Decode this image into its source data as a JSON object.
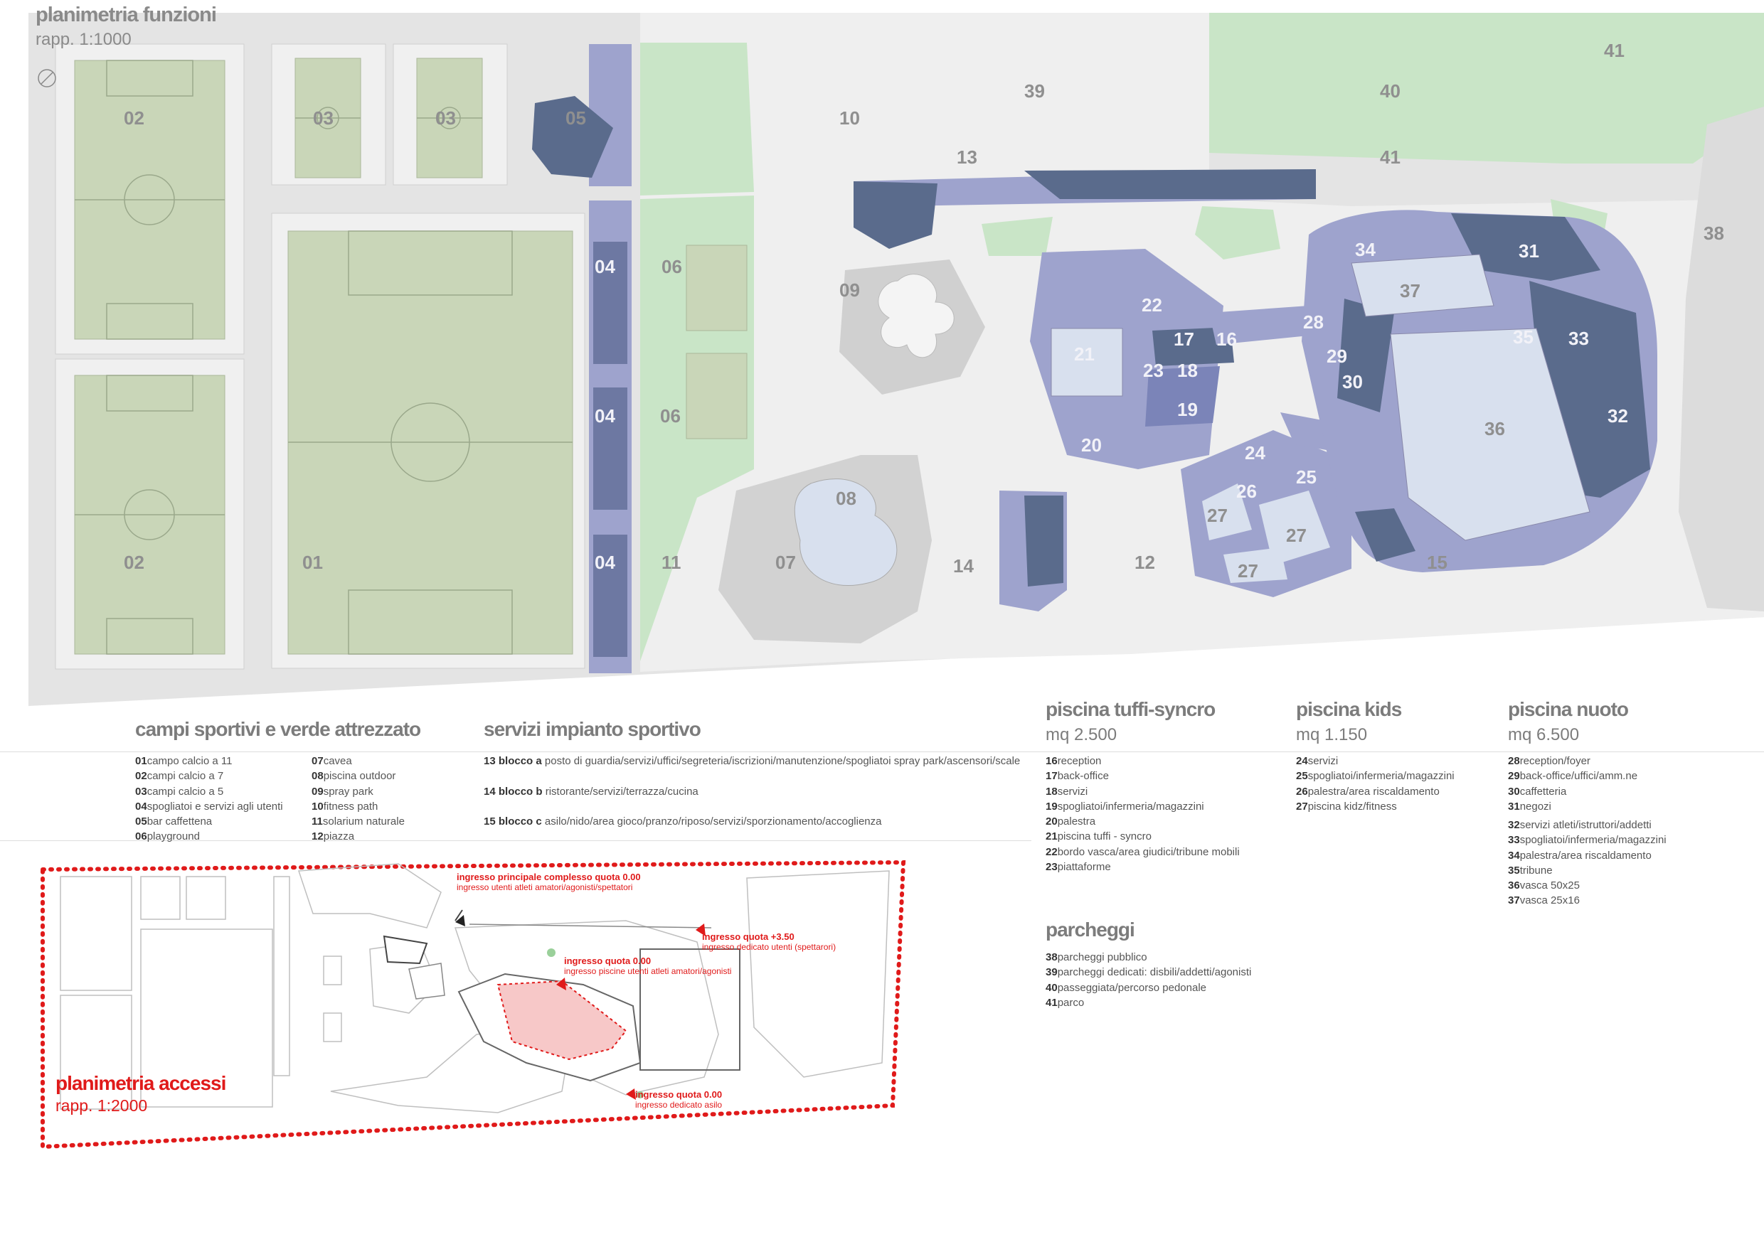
{
  "header": {
    "title": "planimetria  funzioni",
    "scale": "rapp. 1:1000"
  },
  "plan_labels": {
    "l01": "01",
    "l02": "02",
    "l03": "03",
    "l04": "04",
    "l05": "05",
    "l06": "06",
    "l07": "07",
    "l08": "08",
    "l09": "09",
    "l10": "10",
    "l11": "11",
    "l12": "12",
    "l13": "13",
    "l14": "14",
    "l15": "15",
    "l16": "16",
    "l17": "17",
    "l18": "18",
    "l19": "19",
    "l20": "20",
    "l21": "21",
    "l22": "22",
    "l23": "23",
    "l24": "24",
    "l25": "25",
    "l26": "26",
    "l27": "27",
    "l28": "28",
    "l29": "29",
    "l30": "30",
    "l31": "31",
    "l32": "32",
    "l33": "33",
    "l34": "34",
    "l35": "35",
    "l36": "36",
    "l37": "37",
    "l38": "38",
    "l39": "39",
    "l40": "40",
    "l41": "41"
  },
  "legend": {
    "campi": {
      "title": "campi sportivi e verde attrezzato",
      "col1": [
        {
          "n": "01",
          "t": "campo calcio a 11"
        },
        {
          "n": "02",
          "t": "campi calcio a 7"
        },
        {
          "n": "03",
          "t": "campi calcio a 5"
        },
        {
          "n": "04",
          "t": "spogliatoi e servizi agli utenti"
        },
        {
          "n": "05",
          "t": "bar caffettena"
        },
        {
          "n": "06",
          "t": "playground"
        }
      ],
      "col2": [
        {
          "n": "07",
          "t": "cavea"
        },
        {
          "n": "08",
          "t": "piscina outdoor"
        },
        {
          "n": "09",
          "t": "spray park"
        },
        {
          "n": "10",
          "t": "fitness path"
        },
        {
          "n": "11",
          "t": "solarium naturale"
        },
        {
          "n": "12",
          "t": "piazza"
        }
      ]
    },
    "servizi": {
      "title": "servizi impianto sportivo",
      "items": [
        {
          "n": "13",
          "b": "blocco a",
          "t": "posto di guardia/servizi/uffici/segreteria/iscrizioni/manutenzione/spogliatoi spray park/ascensori/scale"
        },
        {
          "n": "14",
          "b": "blocco b",
          "t": "ristorante/servizi/terrazza/cucina"
        },
        {
          "n": "15",
          "b": "blocco c",
          "t": "asilo/nido/area gioco/pranzo/riposo/servizi/sporzionamento/accoglienza"
        }
      ]
    },
    "tuffi": {
      "title": "piscina tuffi-syncro",
      "area": "mq 2.500",
      "items": [
        {
          "n": "16",
          "t": "reception"
        },
        {
          "n": "17",
          "t": "back-office"
        },
        {
          "n": "18",
          "t": "servizi"
        },
        {
          "n": "19",
          "t": "spogliatoi/infermeria/magazzini"
        },
        {
          "n": "20",
          "t": "palestra"
        },
        {
          "n": "21",
          "t": "piscina tuffi - syncro"
        },
        {
          "n": "22",
          "t": "bordo vasca/area giudici/tribune mobili"
        },
        {
          "n": "23",
          "t": "piattaforme"
        }
      ]
    },
    "kids": {
      "title": "piscina kids",
      "area": "mq 1.150",
      "items": [
        {
          "n": "24",
          "t": "servizi"
        },
        {
          "n": "25",
          "t": "spogliatoi/infermeria/magazzini"
        },
        {
          "n": "26",
          "t": "palestra/area riscaldamento"
        },
        {
          "n": "27",
          "t": "piscina kidz/fitness"
        }
      ]
    },
    "nuoto": {
      "title": "piscina nuoto",
      "area": "mq 6.500",
      "items": [
        {
          "n": "28",
          "t": "reception/foyer"
        },
        {
          "n": "29",
          "t": "back-office/uffici/amm.ne"
        },
        {
          "n": "30",
          "t": "caffetteria"
        },
        {
          "n": "31",
          "t": "negozi"
        },
        {
          "n": "32",
          "t": "servizi atleti/istruttori/addetti"
        },
        {
          "n": "33",
          "t": "spogliatoi/infermeria/magazzini"
        },
        {
          "n": "34",
          "t": "palestra/area riscaldamento"
        },
        {
          "n": "35",
          "t": "tribune"
        },
        {
          "n": "36",
          "t": "vasca 50x25"
        },
        {
          "n": "37",
          "t": "vasca 25x16"
        }
      ]
    },
    "parcheggi": {
      "title": "parcheggi",
      "items": [
        {
          "n": "38",
          "t": "parcheggi pubblico"
        },
        {
          "n": "39",
          "t": "parcheggi dedicati: disbili/addetti/agonisti"
        },
        {
          "n": "40",
          "t": "passeggiata/percorso pedonale"
        },
        {
          "n": "41",
          "t": "parco"
        }
      ]
    }
  },
  "accessi": {
    "title": "planimetria  accessi",
    "scale": "rapp. 1:2000",
    "a1": {
      "head": "ingresso principale complesso quota 0.00",
      "desc": "ingresso utenti atleti amatori/agonisti/spettatori"
    },
    "a2": {
      "head": "ingresso quota +3.50",
      "desc": "ingresso dedicato utenti (spettarori)"
    },
    "a3": {
      "head": "ingresso quota 0.00",
      "desc": "ingresso piscine utenti atleti amatori/agonisti"
    },
    "a4": {
      "head": "ingresso quota 0.00",
      "desc": "ingresso dedicato asilo"
    }
  },
  "colors": {
    "grass": "#c9d6b8",
    "park": "#c9e5c7",
    "paving": "#ececec",
    "building": "#9ea3cd",
    "building_dark": "#5a6b8c",
    "water": "#d8e0ee",
    "accent_red": "#e01a1a"
  }
}
